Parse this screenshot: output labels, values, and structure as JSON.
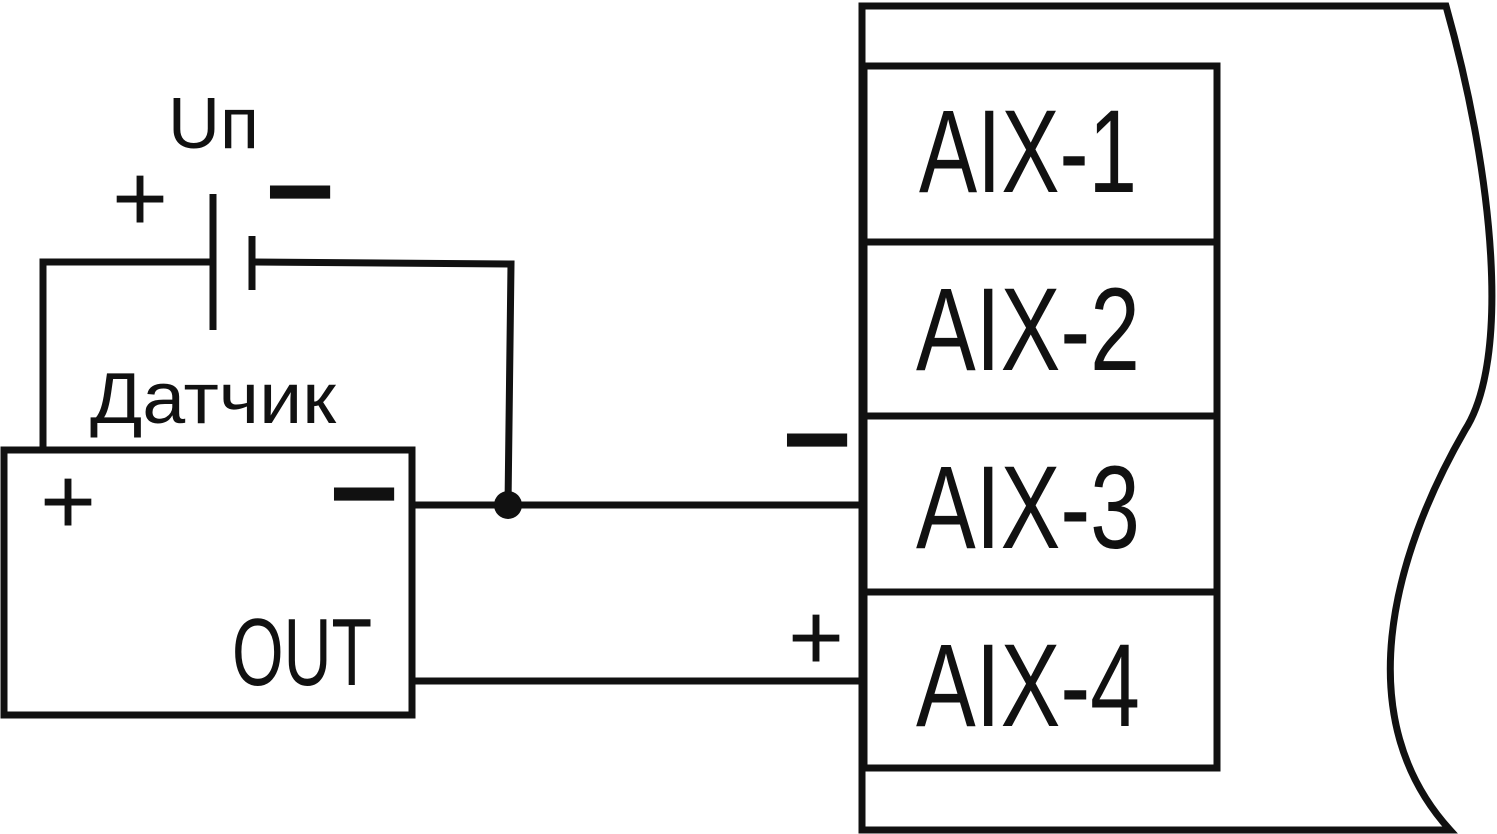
{
  "supply": {
    "label": "Uп",
    "plus": "+",
    "minus": "−"
  },
  "sensor": {
    "label": "Датчик",
    "plus": "+",
    "minus": "−",
    "out": "OUT"
  },
  "module": {
    "terminals": [
      "AIX-1",
      "AIX-2",
      "AIX-3",
      "AIX-4"
    ],
    "input_minus": "−",
    "input_plus": "+"
  },
  "colors": {
    "line": "#111111",
    "background": "#ffffff"
  }
}
